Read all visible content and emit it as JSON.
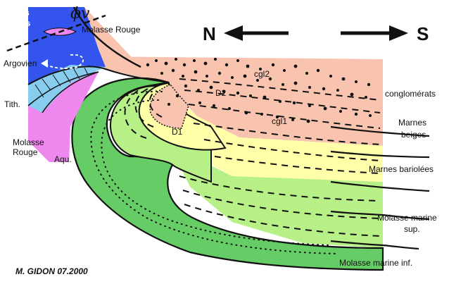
{
  "labels": {
    "terres_noires_1": "Terres",
    "terres_noires_2": "Noires",
    "phi_v": "ϕv",
    "molasse_rouge_top": "Molasse Rouge",
    "argovien": "Argovien",
    "tith": "Tith.",
    "molasse_rouge_left_1": "Molasse",
    "molasse_rouge_left_2": "Rouge",
    "aqu": "Aqu.",
    "d1": "D1",
    "d2": "D2",
    "cgl1": "cgl1",
    "cgl2": "cgl2",
    "conglomerats": "conglomérats",
    "marnes_beiges_1": "Marnes",
    "marnes_beiges_2": "beiges",
    "marnes_bariolees": "Marnes bariolées",
    "molasse_marine_sup_1": "Molasse marine",
    "molasse_marine_sup_2": "sup.",
    "molasse_marine_inf": "Molasse marine inf."
  },
  "compass": {
    "north": "N",
    "south": "S"
  },
  "credit": "M. GIDON 07.2000",
  "colors": {
    "salmon": "#f8c4b0",
    "yellow": "#ffffaa",
    "light_green": "#b8f088",
    "green": "#66cc66",
    "magenta": "#ee88ee",
    "light_blue": "#88ccee",
    "blue": "#3355ee"
  }
}
